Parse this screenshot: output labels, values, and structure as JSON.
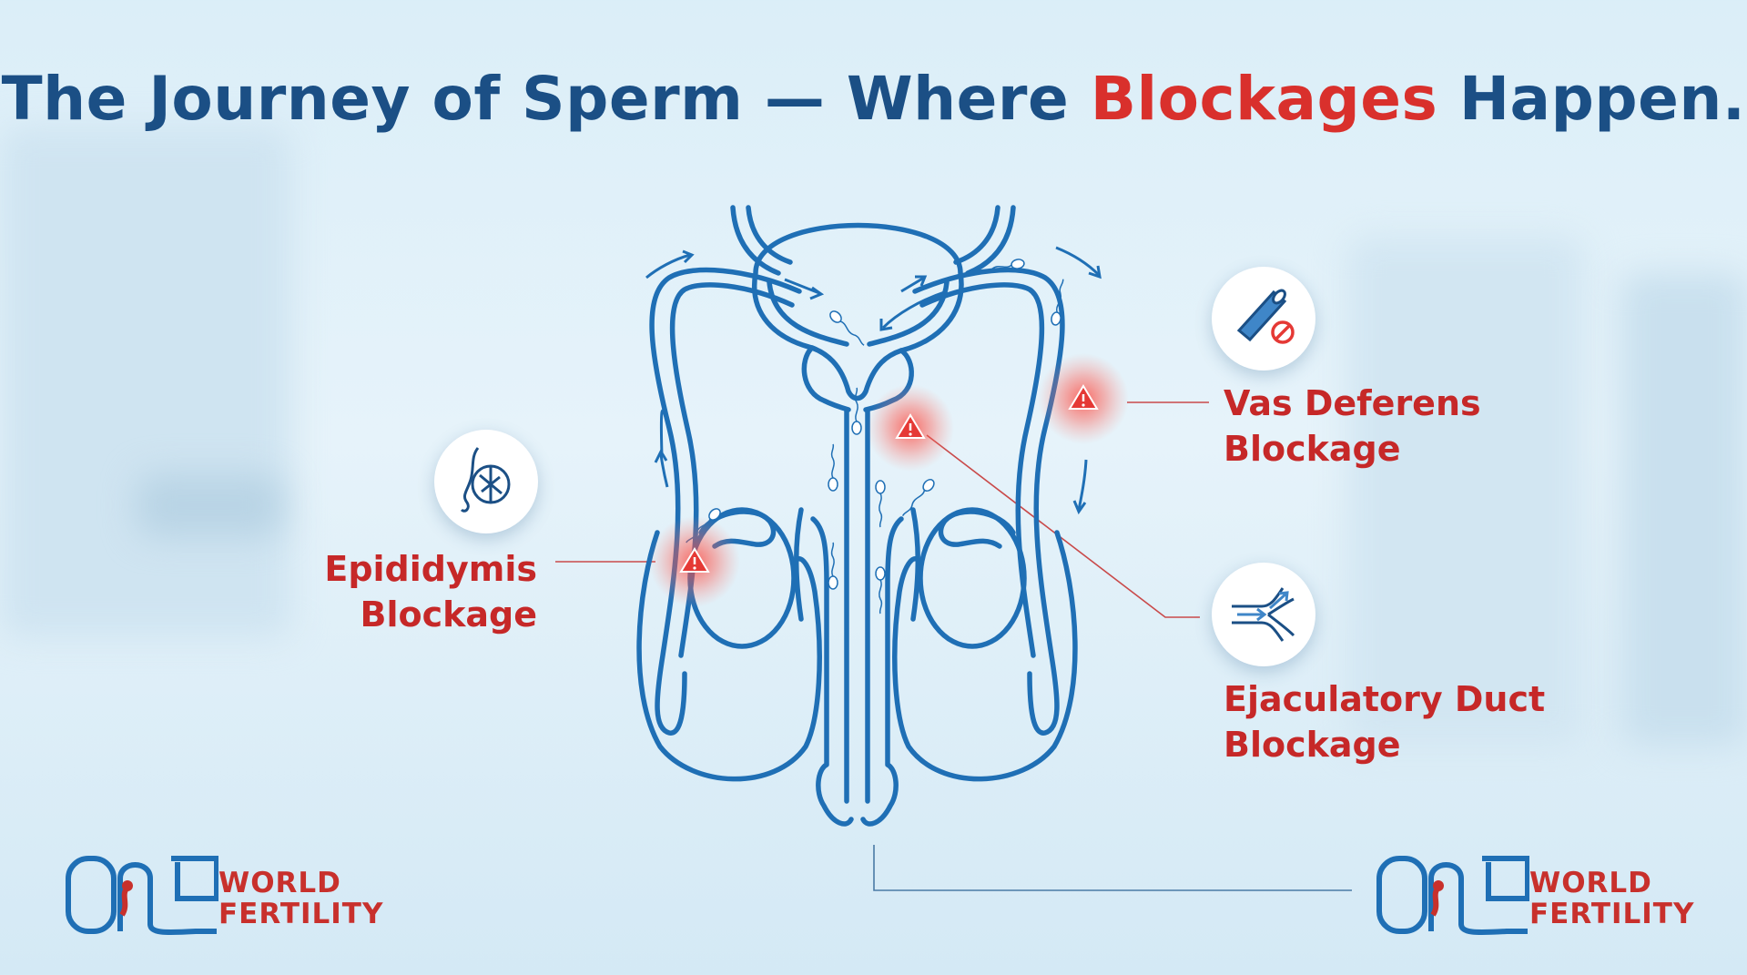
{
  "title": {
    "prefix": "The Journey of Sperm — Where ",
    "highlight": "Blockages",
    "suffix": " Happen."
  },
  "labels": {
    "epididymis": {
      "line1": "Epididymis",
      "line2": "Blockage",
      "icon": "epididymis-icon"
    },
    "vas_deferens": {
      "line1": "Vas Deferens",
      "line2": "Blockage",
      "icon": "blocked-tube-icon"
    },
    "ejaculatory_duct": {
      "line1": "Ejaculatory Duct",
      "line2": "Blockage",
      "icon": "duct-junction-icon"
    }
  },
  "markers": {
    "icon": "warning-triangle-icon"
  },
  "logo": {
    "mark": "ONE",
    "line1": "WORLD",
    "line2": "FERTILITY"
  },
  "colors": {
    "primary_blue": "#1f6fb5",
    "title_blue": "#1b4f85",
    "accent_red": "#d9302c",
    "background": "#dbeef8"
  }
}
